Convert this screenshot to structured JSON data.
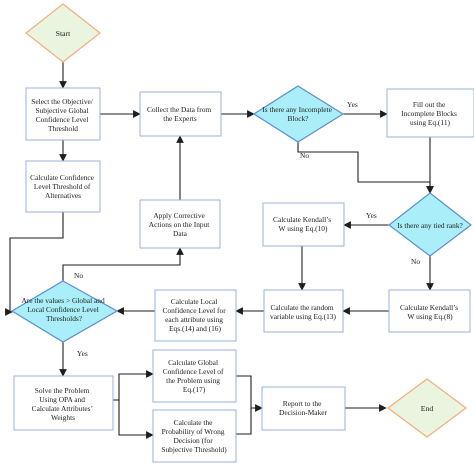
{
  "colors": {
    "terminal_fill": "#e9f5de",
    "terminal_stroke": "#f3ad7f",
    "process_fill": "#ffffff",
    "process_stroke": "#9ab2d9",
    "decision_fill": "#a9eef8",
    "decision_stroke": "#5b8fd2",
    "arrow": "#1e1e1e"
  },
  "nodes": {
    "start": "Start",
    "select_threshold": [
      "Select the Objective/",
      "Subjective Global",
      "Confidence Level",
      "Threshold"
    ],
    "calc_alt_threshold": [
      "Calculate Confidence",
      "Level Threshold of",
      "Alternatives"
    ],
    "collect_data": [
      "Collect the Data from",
      "the Experts"
    ],
    "incomplete_block": [
      "Is there any Incomplete",
      "Block?"
    ],
    "fill_blocks": [
      "Fill out the",
      "Incomplete Blocks",
      "using Eq.(11)"
    ],
    "kendall_10": [
      "Calculate Kendall’s",
      "W using Eq.(10)"
    ],
    "tied_rank": "Is there any tied rank?",
    "corrective": [
      "Apply Corrective",
      "Actions on the Input",
      "Data"
    ],
    "compare_values": [
      "Are the values > Global and",
      "Local Confidence Level",
      "Thresholds?"
    ],
    "local_conf": [
      "Calculate  Local",
      "Confidence Level for",
      "each attribute using",
      "Eqs.(14) and (16)"
    ],
    "random_var": [
      "Calculate the random",
      "variable using Eq.(13)"
    ],
    "kendall_8": [
      "Calculate Kendall’s",
      "W using Eq.(8)"
    ],
    "solve_opa": [
      "Solve the Problem",
      "Using OPA and",
      "Calculate Attributes’",
      "Weights"
    ],
    "global_conf": [
      "Calculate Global",
      "Confidence Level of",
      "the Problem using",
      "Eq.(17)"
    ],
    "wrong_decision": [
      "Calculate the",
      "Probability of Wrong",
      "Decision (for",
      "Subjective Threshold)"
    ],
    "report": [
      "Report to the",
      "Decision-Maker"
    ],
    "end": "End"
  },
  "edge_labels": {
    "incomplete_yes": "Yes",
    "incomplete_no": "No",
    "tied_yes": "Yes",
    "tied_no": "No",
    "compare_no": "No",
    "compare_yes": "Yes"
  }
}
